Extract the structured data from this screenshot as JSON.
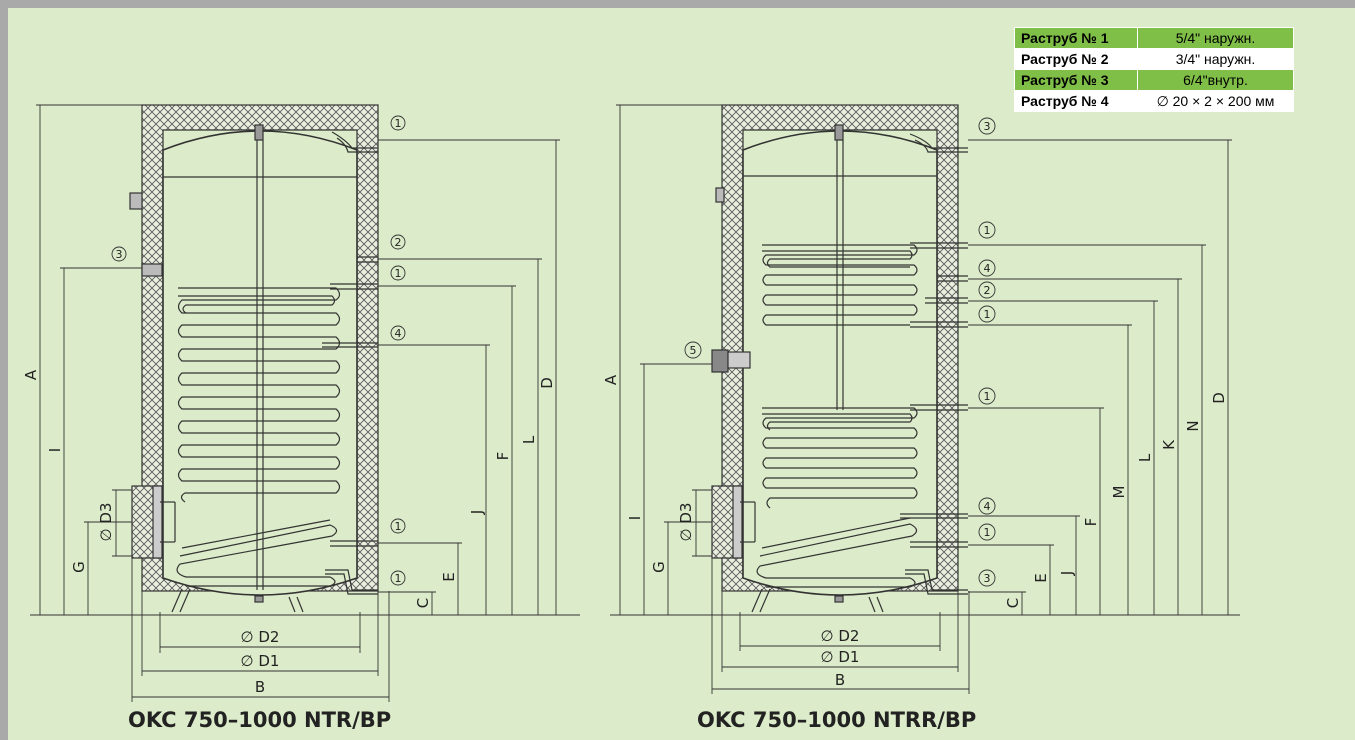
{
  "table": {
    "rows": [
      {
        "key": "Раструб № 1",
        "value": "5/4\" наружн."
      },
      {
        "key": "Раструб № 2",
        "value": "3/4\" наружн."
      },
      {
        "key": "Раструб № 3",
        "value": "6/4\"внутр."
      },
      {
        "key": "Раструб № 4",
        "value": "∅ 20 × 2 × 200 мм"
      }
    ]
  },
  "left": {
    "title": "OKC 750–1000 NTR/BP",
    "dims": {
      "A": "A",
      "I": "I",
      "G": "G",
      "D3": "∅ D3",
      "C": "C",
      "E": "E",
      "J": "J",
      "F": "F",
      "L": "L",
      "D": "D",
      "D2": "∅ D2",
      "D1": "∅ D1",
      "B": "B"
    },
    "ports": {
      "p1a": "1",
      "p2": "2",
      "p1b": "1",
      "p4": "4",
      "p1c": "1",
      "p1d": "1",
      "p3": "3"
    }
  },
  "right": {
    "title": "OKC 750–1000 NTRR/BP",
    "dims": {
      "A": "A",
      "I": "I",
      "G": "G",
      "D3": "∅ D3",
      "C": "C",
      "E": "E",
      "J": "J",
      "F": "F",
      "M": "M",
      "L": "L",
      "K": "K",
      "N": "N",
      "D": "D",
      "D2": "∅ D2",
      "D1": "∅ D1",
      "B": "B"
    },
    "ports": {
      "p3a": "3",
      "p1a": "1",
      "p4a": "4",
      "p2": "2",
      "p1b": "1",
      "p5": "5",
      "p1c": "1",
      "p4b": "4",
      "p1d": "1",
      "p3b": "3"
    }
  },
  "colors": {
    "background": "#dcebc9",
    "table_header": "#7fbf48",
    "line": "#333333"
  }
}
